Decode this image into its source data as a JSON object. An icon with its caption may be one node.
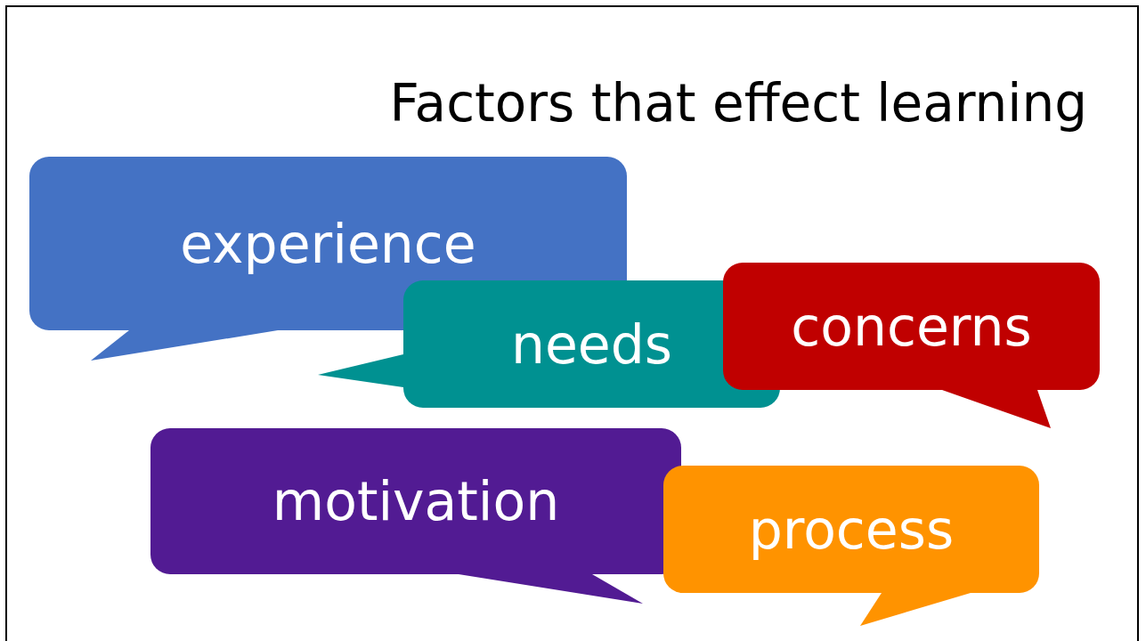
{
  "diagram": {
    "title": "Factors that effect learning",
    "nodes": [
      {
        "text": [
          "experience"
        ]
      },
      {
        "text": [
          "needs"
        ]
      },
      {
        "text": [
          "concerns"
        ]
      },
      {
        "text": [
          "motivation"
        ]
      },
      {
        "text": [
          "process"
        ]
      }
    ]
  }
}
